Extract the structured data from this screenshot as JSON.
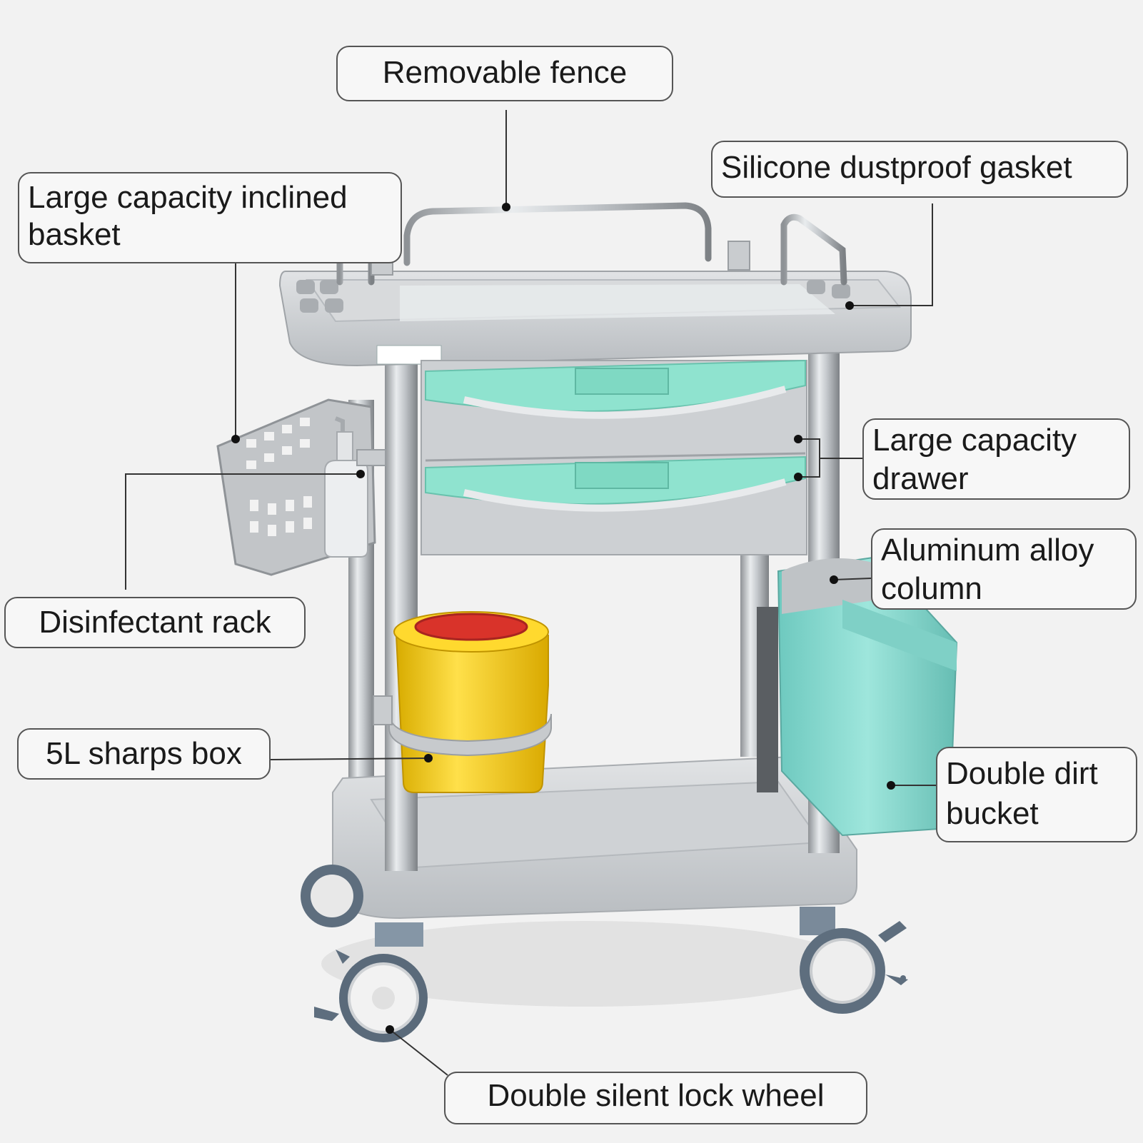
{
  "callouts": {
    "removable_fence": "Removable fence",
    "silicone_gasket": "Silicone dustproof gasket",
    "inclined_basket": [
      "Large capacity inclined",
      "basket"
    ],
    "capacity_drawer": [
      "Large capacity",
      "drawer"
    ],
    "aluminum_column": [
      "Aluminum alloy",
      "column"
    ],
    "disinfectant_rack": "Disinfectant rack",
    "sharps_box": "5L sharps box",
    "dirt_bucket": [
      "Double dirt",
      "bucket"
    ],
    "lock_wheel": "Double silent lock wheel"
  },
  "colors": {
    "background": "#f2f2f2",
    "trolley_gray": "#c9cccf",
    "drawer_teal": "#8fe3cf",
    "sharps_yellow": "#f4cf1a",
    "sharps_lid_red": "#d9332a",
    "bucket_teal": "#8fd8d0",
    "chrome": "#b8bcc0",
    "leader_line": "#333333"
  },
  "icons": {
    "product": "medical-trolley-photo"
  }
}
